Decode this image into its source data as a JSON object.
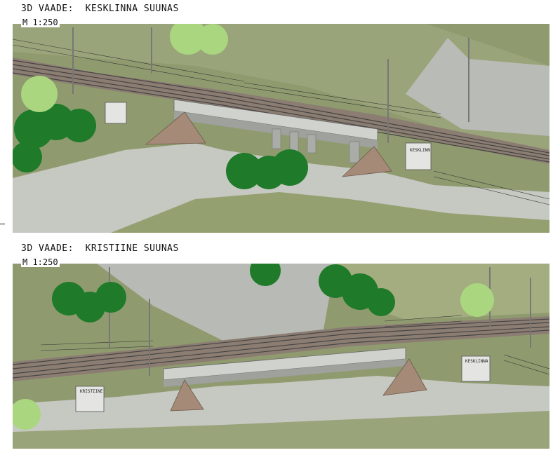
{
  "views": [
    {
      "title": "3D VAADE:  KESKLINNA SUUNAS",
      "scale": "M 1:250",
      "portal_sign": "KESKLINN"
    },
    {
      "title": "3D VAADE:  KRISTIINE SUUNAS",
      "scale": "M 1:250",
      "portal_sign_left": "KRISTIINE",
      "portal_sign_right": "KESKLINNA"
    }
  ],
  "colors": {
    "grass": "#8f9b6f",
    "grass_light": "#a3ad80",
    "concrete": "#c9cbc6",
    "slope": "#b4b8b2",
    "ballast": "#8c7d72",
    "rail": "#555555",
    "tree_dark": "#1f7a2a",
    "tree_light": "#a9d67e",
    "cone": "#a58a78"
  }
}
